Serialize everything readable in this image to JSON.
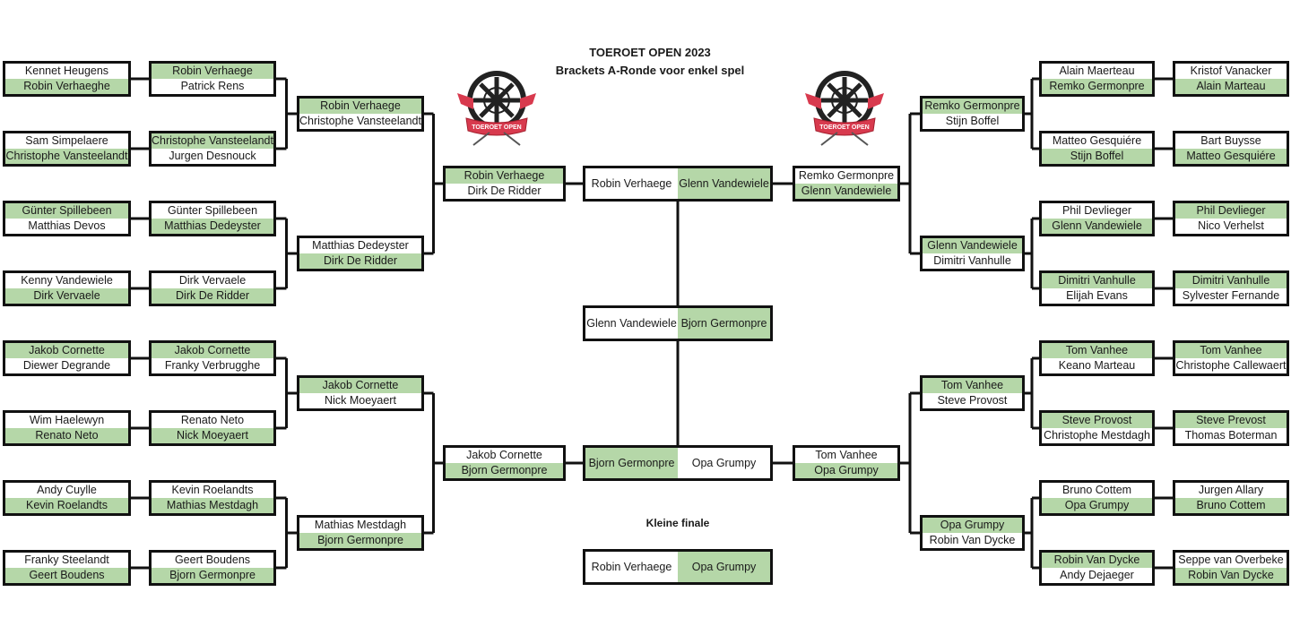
{
  "header": {
    "title": "TOEROET OPEN 2023",
    "subtitle": "Brackets A-Ronde voor enkel spel",
    "logo_text": "TOEROET OPEN"
  },
  "colors": {
    "winner": "#b5d7a8",
    "line": "#111111"
  },
  "left": {
    "round1": [
      {
        "p": [
          "Kennet Heugens",
          "Robin Verhaeghe"
        ],
        "w": 1
      },
      {
        "p": [
          "Sam Simpelaere",
          "Christophe Vansteelandt"
        ],
        "w": 1
      },
      {
        "p": [
          "Günter Spillebeen",
          "Matthias Devos"
        ],
        "w": 0
      },
      {
        "p": [
          "Kenny Vandewiele",
          "Dirk Vervaele"
        ],
        "w": 1
      },
      {
        "p": [
          "Jakob Cornette",
          "Diewer Degrande"
        ],
        "w": 0
      },
      {
        "p": [
          "Wim Haelewyn",
          "Renato Neto"
        ],
        "w": 1
      },
      {
        "p": [
          "Andy Cuylle",
          "Kevin Roelandts"
        ],
        "w": 1
      },
      {
        "p": [
          "Franky Steelandt",
          "Geert Boudens"
        ],
        "w": 1
      }
    ],
    "round2": [
      {
        "p": [
          "Robin Verhaege",
          "Patrick Rens"
        ],
        "w": 0
      },
      {
        "p": [
          "Christophe Vansteelandt",
          "Jurgen Desnouck"
        ],
        "w": 0
      },
      {
        "p": [
          "Günter Spillebeen",
          "Matthias Dedeyster"
        ],
        "w": 1
      },
      {
        "p": [
          "Dirk Vervaele",
          "Dirk De Ridder"
        ],
        "w": 1
      },
      {
        "p": [
          "Jakob Cornette",
          "Franky Verbrugghe"
        ],
        "w": 0
      },
      {
        "p": [
          "Renato Neto",
          "Nick Moeyaert"
        ],
        "w": 1
      },
      {
        "p": [
          "Kevin Roelandts",
          "Mathias Mestdagh"
        ],
        "w": 1
      },
      {
        "p": [
          "Geert Boudens",
          "Bjorn Germonpre"
        ],
        "w": 1
      }
    ],
    "round3": [
      {
        "p": [
          "Robin Verhaege",
          "Christophe Vansteelandt"
        ],
        "w": 0
      },
      {
        "p": [
          "Matthias Dedeyster",
          "Dirk De Ridder"
        ],
        "w": 1
      },
      {
        "p": [
          "Jakob Cornette",
          "Nick Moeyaert"
        ],
        "w": 0
      },
      {
        "p": [
          "Mathias Mestdagh",
          "Bjorn Germonpre"
        ],
        "w": 1
      }
    ],
    "round4": [
      {
        "p": [
          "Robin Verhaege",
          "Dirk De Ridder"
        ],
        "w": 0
      },
      {
        "p": [
          "Jakob Cornette",
          "Bjorn Germonpre"
        ],
        "w": 1
      }
    ]
  },
  "right": {
    "round1": [
      {
        "p": [
          "Kristof Vanacker",
          "Alain Marteau"
        ],
        "w": 1
      },
      {
        "p": [
          "Bart Buysse",
          "Matteo Gesquiére"
        ],
        "w": 1
      },
      {
        "p": [
          "Phil Devlieger",
          "Nico Verhelst"
        ],
        "w": 0
      },
      {
        "p": [
          "Dimitri Vanhulle",
          "Sylvester Fernande"
        ],
        "w": 0
      },
      {
        "p": [
          "Tom Vanhee",
          "Christophe Callewaert"
        ],
        "w": 0
      },
      {
        "p": [
          "Steve Prevost",
          "Thomas Boterman"
        ],
        "w": 0
      },
      {
        "p": [
          "Jurgen Allary",
          "Bruno Cottem"
        ],
        "w": 1
      },
      {
        "p": [
          "Seppe van Overbeke",
          "Robin Van Dycke"
        ],
        "w": 1
      }
    ],
    "round2": [
      {
        "p": [
          "Alain Maerteau",
          "Remko Germonpre"
        ],
        "w": 1
      },
      {
        "p": [
          "Matteo Gesquiére",
          "Stijn Boffel"
        ],
        "w": 1
      },
      {
        "p": [
          "Phil Devlieger",
          "Glenn Vandewiele"
        ],
        "w": 1
      },
      {
        "p": [
          "Dimitri Vanhulle",
          "Elijah Evans"
        ],
        "w": 0
      },
      {
        "p": [
          "Tom Vanhee",
          "Keano Marteau"
        ],
        "w": 0
      },
      {
        "p": [
          "Steve Provost",
          "Christophe Mestdagh"
        ],
        "w": 0
      },
      {
        "p": [
          "Bruno Cottem",
          "Opa Grumpy"
        ],
        "w": 1
      },
      {
        "p": [
          "Robin Van Dycke",
          "Andy Dejaeger"
        ],
        "w": 0
      }
    ],
    "round3": [
      {
        "p": [
          "Remko Germonpre",
          "Stijn Boffel"
        ],
        "w": 0
      },
      {
        "p": [
          "Glenn Vandewiele",
          "Dimitri Vanhulle"
        ],
        "w": 0
      },
      {
        "p": [
          "Tom Vanhee",
          "Steve Provost"
        ],
        "w": 0
      },
      {
        "p": [
          "Opa Grumpy",
          "Robin Van Dycke"
        ],
        "w": 0
      }
    ],
    "round4": [
      {
        "p": [
          "Remko Germonpre",
          "Glenn Vandewiele"
        ],
        "w": 1
      },
      {
        "p": [
          "Tom Vanhee",
          "Opa Grumpy"
        ],
        "w": 1
      }
    ]
  },
  "center": {
    "semi_top": {
      "p": [
        "Robin Verhaege",
        "Glenn Vandewiele"
      ],
      "w": 1
    },
    "final": {
      "p": [
        "Glenn Vandewiele",
        "Bjorn Germonpre"
      ],
      "w": 1
    },
    "semi_bottom": {
      "p": [
        "Bjorn Germonpre",
        "Opa Grumpy"
      ],
      "w": 0
    },
    "small_final_label": "Kleine finale",
    "small_final": {
      "p": [
        "Robin Verhaege",
        "Opa Grumpy"
      ],
      "w": 1
    }
  }
}
